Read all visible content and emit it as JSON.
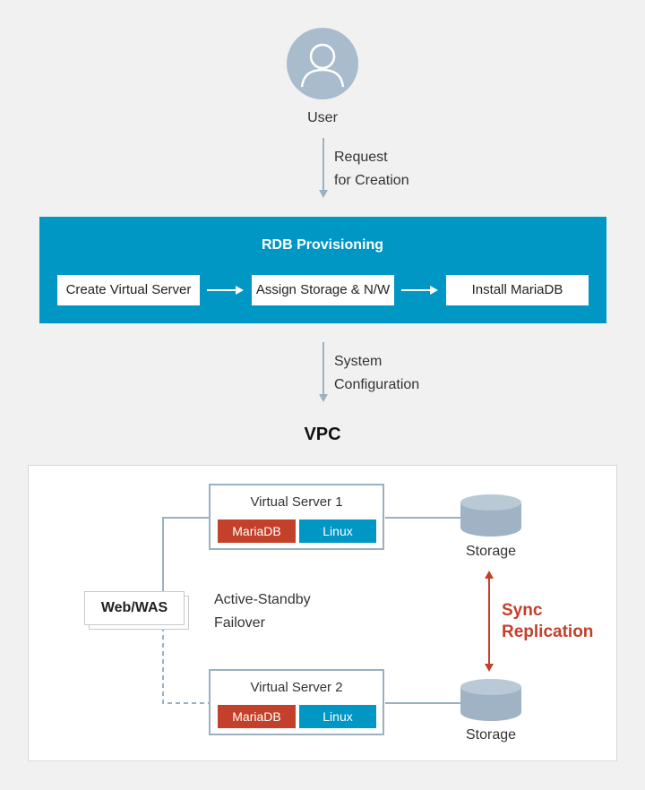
{
  "user": {
    "label": "User",
    "icon": "user-avatar-icon"
  },
  "request": {
    "line1": "Request",
    "line2": "for Creation"
  },
  "provisioning": {
    "title": "RDB Provisioning",
    "steps": [
      "Create Virtual Server",
      "Assign Storage & N/W",
      "Install MariaDB"
    ]
  },
  "config": {
    "line1": "System",
    "line2": "Configuration"
  },
  "vpc": {
    "title": "VPC",
    "servers": [
      {
        "title": "Virtual Server 1",
        "db": "MariaDB",
        "os": "Linux"
      },
      {
        "title": "Virtual Server 2",
        "db": "MariaDB",
        "os": "Linux"
      }
    ],
    "web_was": "Web/WAS",
    "failover": {
      "line1": "Active-Standby",
      "line2": "Failover"
    },
    "storage_labels": [
      "Storage",
      "Storage"
    ],
    "sync": {
      "line1": "Sync",
      "line2": "Replication"
    }
  },
  "colors": {
    "panel_blue": "#0097c5",
    "mariadb_red": "#c3402a",
    "avatar": "#a9bccd",
    "connector": "#9bb0c0"
  }
}
